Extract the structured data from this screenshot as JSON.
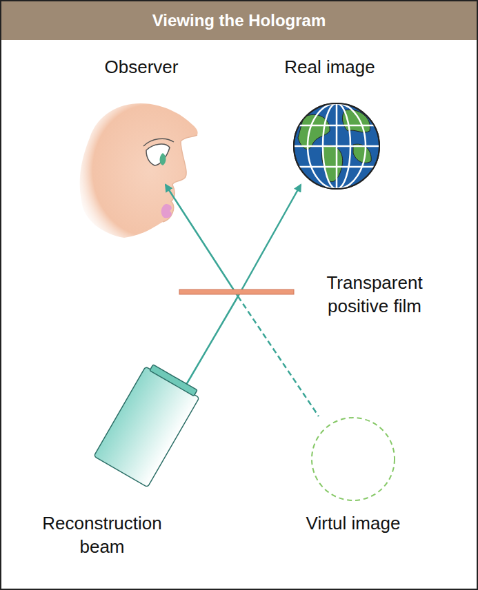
{
  "diagram": {
    "title": "Viewing the Hologram",
    "labels": [
      "Observer",
      "Real image",
      "Transparent positive film",
      "Reconstruction beam",
      "Virtul image"
    ]
  }
}
